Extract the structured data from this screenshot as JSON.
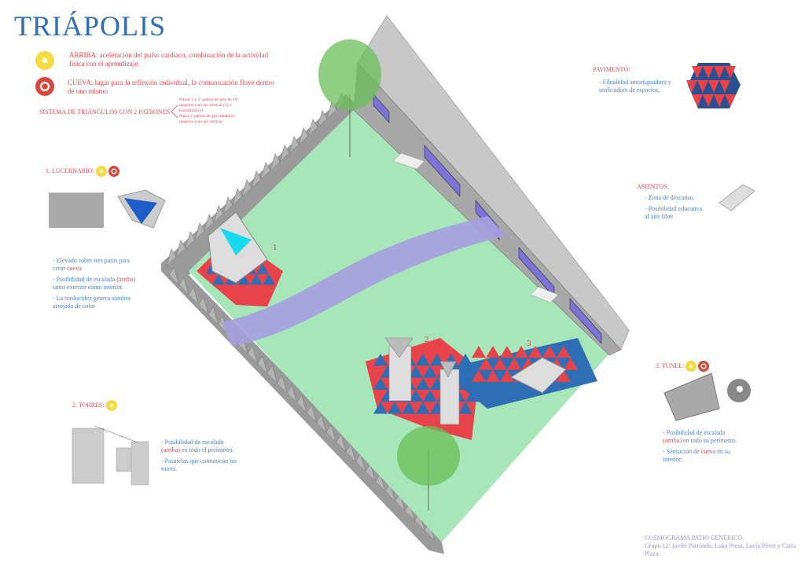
{
  "title": "TRIÁPOLIS",
  "legend": {
    "arriba_label": "ARRIBA:",
    "arriba_text": "aceleración del pulso cardiaco, combinación de la actividad física con el aprendizaje.",
    "cueva_label": "CUEVA:",
    "cueva_text": "lugar para la reflexión individual, la comunicación fluye dentro de uno mismo",
    "sistema": "SISTEMA DE TRIÁNGULOS CON 2 PATRONES",
    "sistema_notes": [
      "Piezas 1 y 3: patrón de giro de 10º respecto a un eje vertical (1) u horizontal (3)",
      "Pieza 2: patrón de giro aleatorio respecto a un eje vertical"
    ]
  },
  "lucernario": {
    "heading": "1. LUCERNARIO:",
    "b1": "- Elevado sobre tres patas para crear ",
    "b1_red": "cueva",
    "b2": "- Posibilidad de escalada ",
    "b2_red": "(arriba)",
    "b2_end": " tanto exterior como interior.",
    "b3": "- La traslucidez genera sombra arrojada de color"
  },
  "torres": {
    "heading": "2. TORRES:",
    "b1": "- Posibilidad de escalada ",
    "b1_red": "(arriba)",
    "b1_end": " en todo el perímetro.",
    "b2": "- Pasarelas que comunican las torres."
  },
  "pavimento": {
    "heading": "PAVIMENTO:",
    "b1": "- Filnalidad amortiguadora y unificadora de espacios."
  },
  "asientos": {
    "heading": "ASIENTOS:",
    "b1": "- Zona de descanso.",
    "b2": "- Posibilidad educativa al aire libre."
  },
  "tunel": {
    "heading": "3. TUNEL:",
    "b1": "- Posibilidad de escalada ",
    "b1_red": "(arriba)",
    "b1_end": " en todo su perímetro.",
    "b2": "- Sensación de ",
    "b2_red": "cueva",
    "b2_end": " en su interior."
  },
  "plan_labels": [
    "1",
    "2",
    "3"
  ],
  "credits": {
    "line1": "COSMOGRAMA  PATIO GENÉRICO",
    "line2": "Grupo 12: Javier Parrondo, Luka Presa, Lucía Pérez  y Carla Plaza."
  },
  "colors": {
    "red": "#e8434b",
    "blue": "#2f6db4",
    "grass": "#a6e6b8",
    "path": "#a79ee0"
  }
}
